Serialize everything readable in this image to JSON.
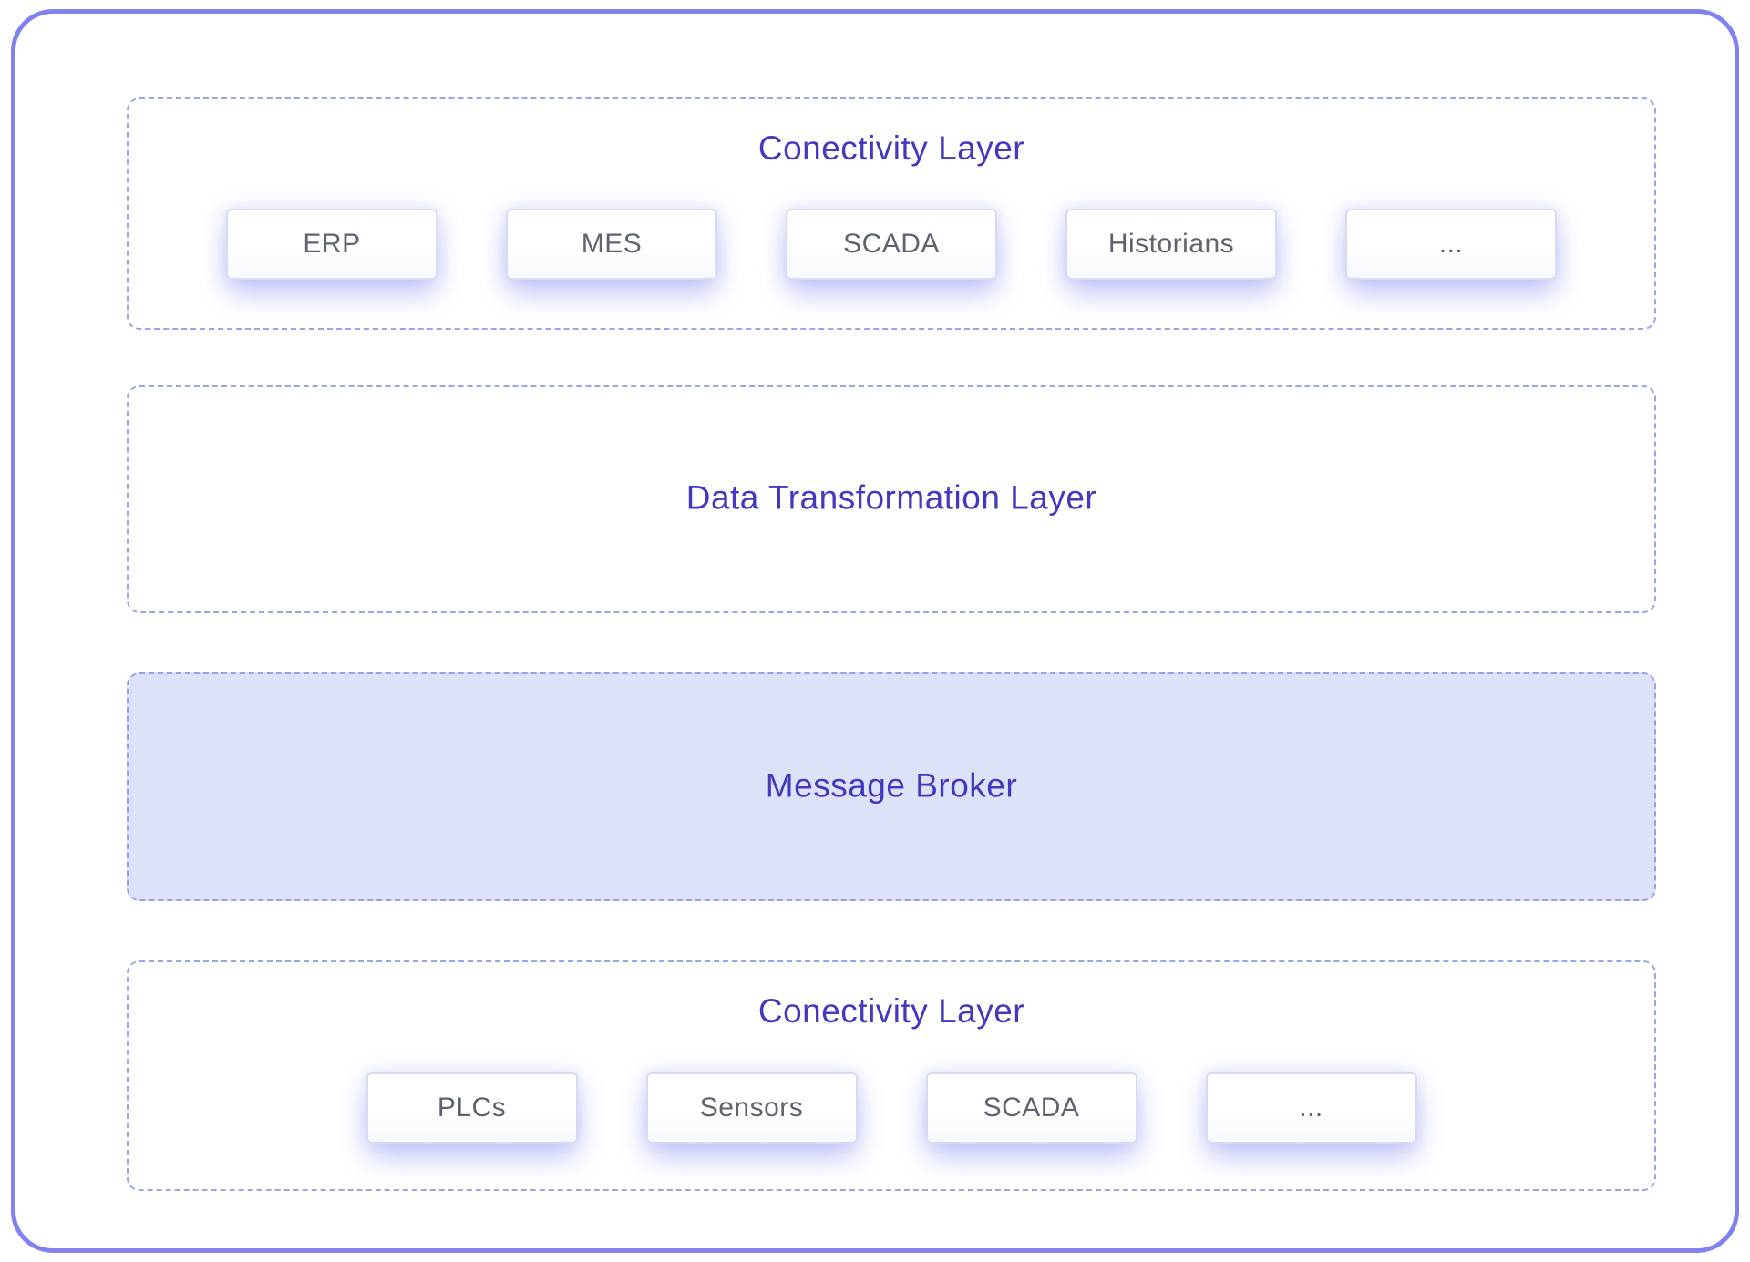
{
  "diagram": {
    "kind": "layered-architecture",
    "colors": {
      "frame_border": "#8381f0",
      "dashed_border": "#9ba3ea",
      "title_text": "#4438be",
      "component_text": "#5d6470",
      "component_border": "#d8dbef",
      "message_broker_fill": "#dee2f8",
      "background": "#ffffff"
    },
    "sections": [
      {
        "id": "connectivity-top",
        "title": "Conectivity Layer",
        "items": [
          "ERP",
          "MES",
          "SCADA",
          "Historians",
          "..."
        ]
      },
      {
        "id": "data-transform",
        "title": "Data Transformation Layer",
        "items": []
      },
      {
        "id": "message-broker",
        "title": "Message Broker",
        "items": [],
        "filled": true
      },
      {
        "id": "connectivity-bottom",
        "title": "Conectivity Layer",
        "items": [
          "PLCs",
          "Sensors",
          "SCADA",
          "..."
        ]
      }
    ]
  }
}
